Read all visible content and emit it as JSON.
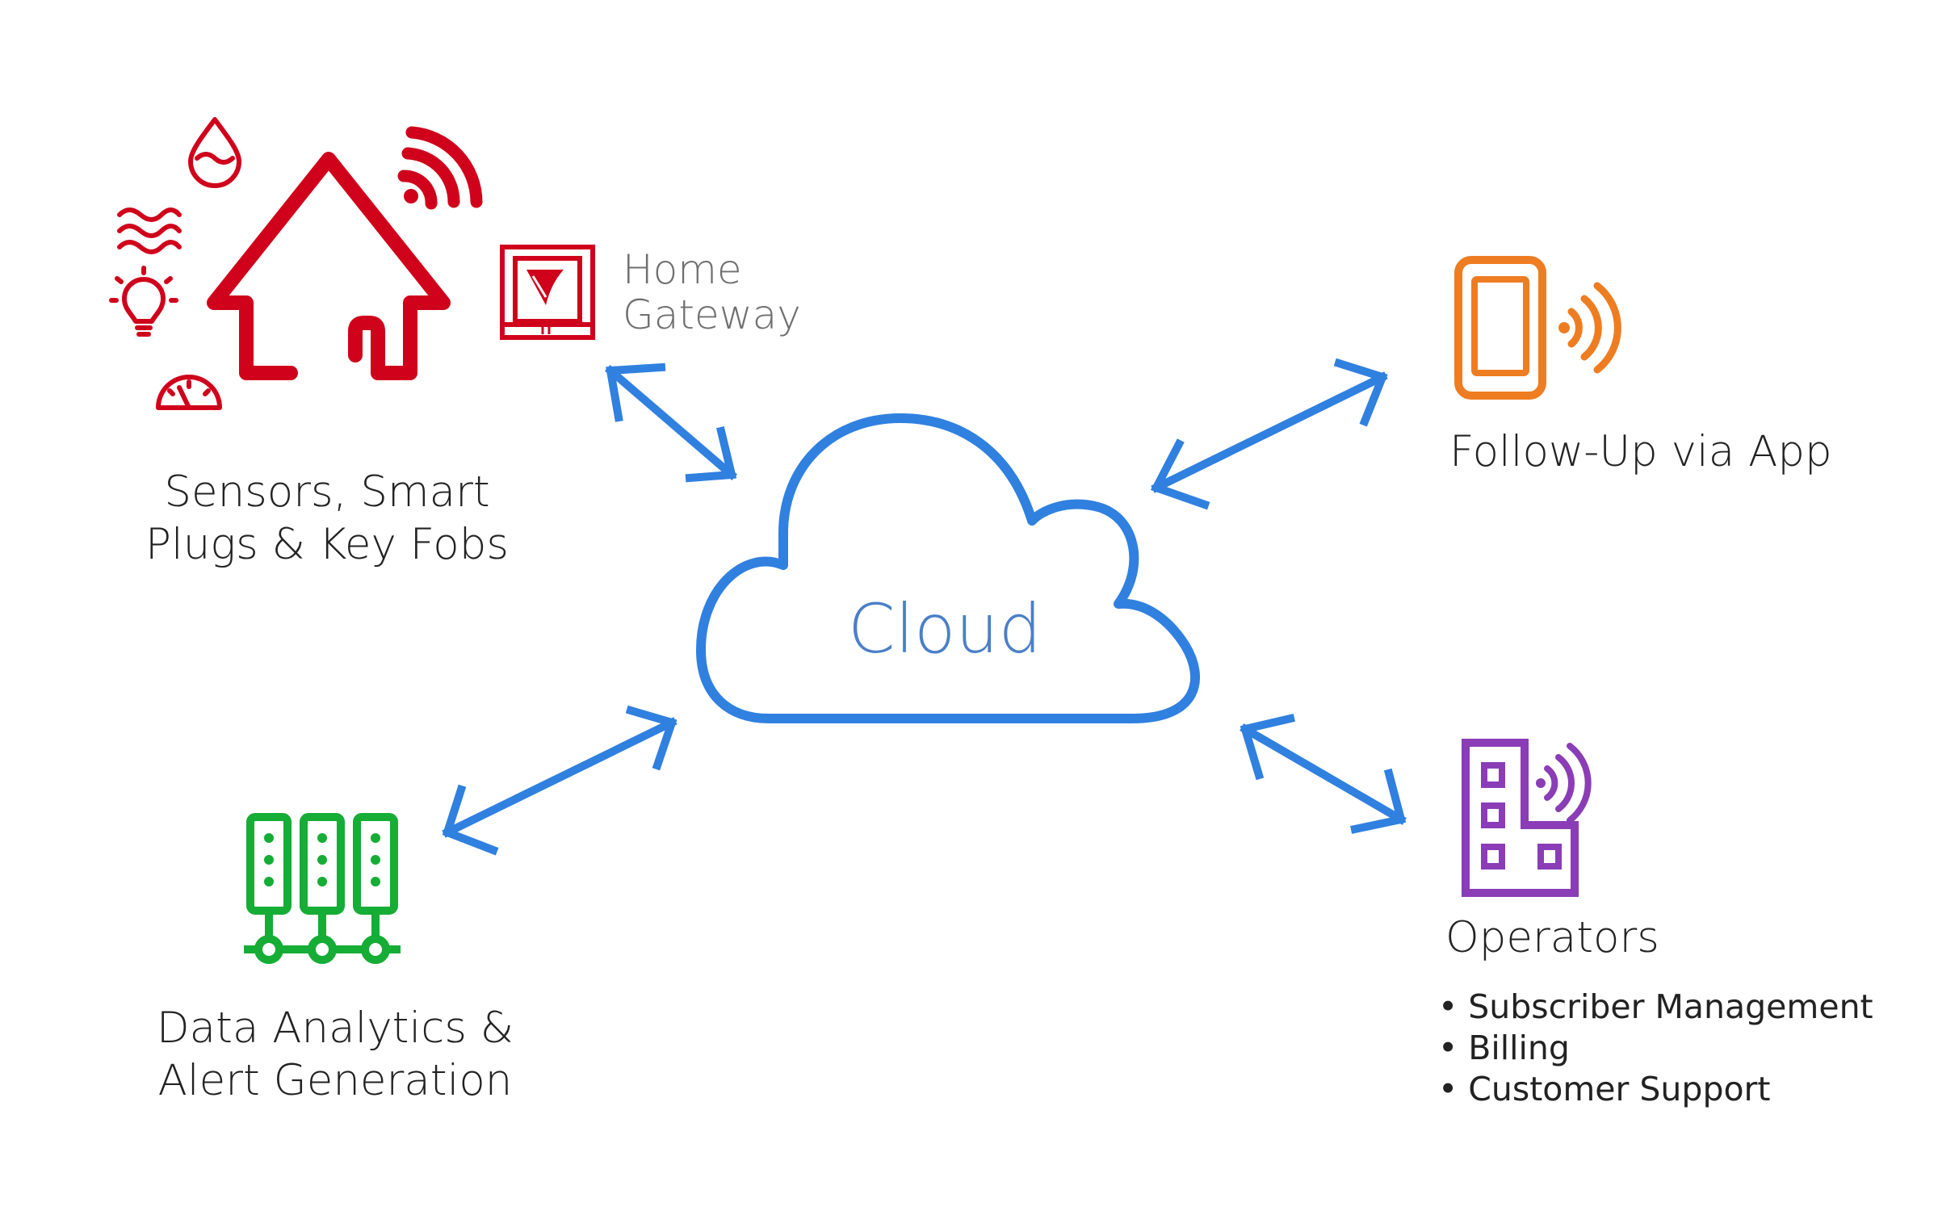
{
  "colors": {
    "cloud": "#3080e0",
    "arrows": "#3080e0",
    "home": "#d0021b",
    "app": "#ee7d22",
    "analytics": "#15ad35",
    "operators": "#8a3db6",
    "gateway_text": "#6f6f6f"
  },
  "cloud": {
    "label": "Cloud"
  },
  "nodes": {
    "sensors": {
      "label_line1": "Sensors, Smart",
      "label_line2": "Plugs & Key Fobs",
      "icons": [
        "house-icon",
        "wifi-signal-icon",
        "water-drop-icon",
        "heat-waves-icon",
        "light-bulb-icon",
        "gauge-icon"
      ]
    },
    "gateway": {
      "label_line1": "Home",
      "label_line2": "Gateway",
      "icon": "gateway-device-icon"
    },
    "app": {
      "label": "Follow-Up via App",
      "icon": "smartphone-signal-icon"
    },
    "analytics": {
      "label_line1": "Data Analytics &",
      "label_line2": "Alert Generation",
      "icon": "server-rack-icon"
    },
    "operators": {
      "label": "Operators",
      "items": [
        "Subscriber Management",
        "Billing",
        "Customer Support"
      ],
      "icon": "building-signal-icon"
    }
  },
  "connections": [
    {
      "from": "gateway",
      "to": "cloud",
      "direction": "bidirectional"
    },
    {
      "from": "cloud",
      "to": "app",
      "direction": "bidirectional"
    },
    {
      "from": "cloud",
      "to": "analytics",
      "direction": "bidirectional"
    },
    {
      "from": "cloud",
      "to": "operators",
      "direction": "bidirectional"
    }
  ]
}
